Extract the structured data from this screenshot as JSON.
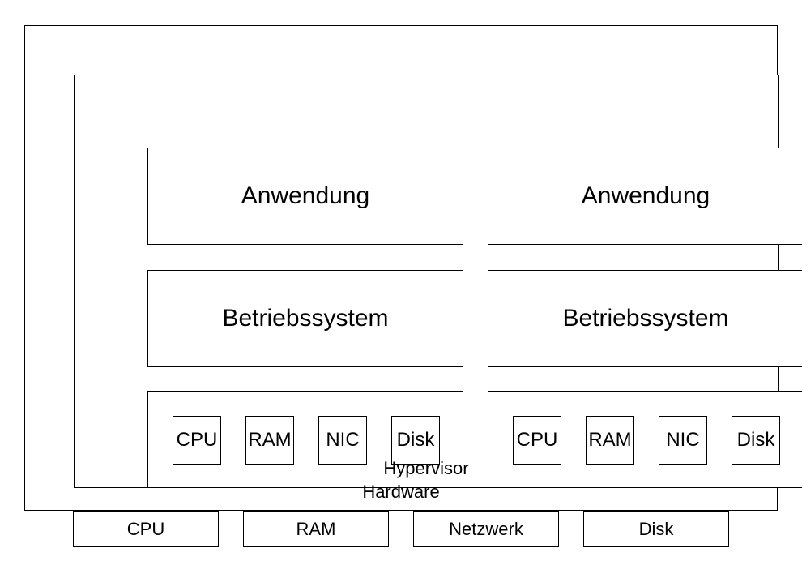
{
  "diagram": {
    "hardware_label": "Hardware",
    "hypervisor_label": "Hypervisor",
    "vms": [
      {
        "application_label": "Anwendung",
        "os_label": "Betriebssystem",
        "devices": [
          "CPU",
          "RAM",
          "NIC",
          "Disk"
        ]
      },
      {
        "application_label": "Anwendung",
        "os_label": "Betriebssystem",
        "devices": [
          "CPU",
          "RAM",
          "NIC",
          "Disk"
        ]
      }
    ],
    "physical_devices": [
      "CPU",
      "RAM",
      "Netzwerk",
      "Disk"
    ],
    "colors": {
      "border": "#000000",
      "background": "#ffffff",
      "text": "#000000"
    }
  }
}
